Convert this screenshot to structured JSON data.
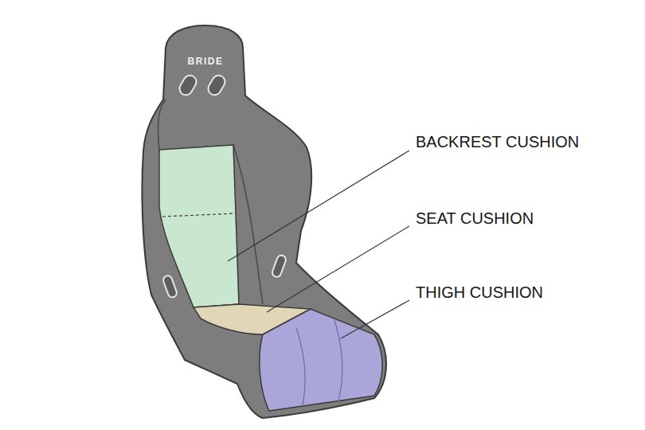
{
  "diagram": {
    "labels": [
      "BRIDE",
      "BACKREST CUSHION",
      "SEAT CUSHION",
      "THIGH CUSHION"
    ]
  }
}
